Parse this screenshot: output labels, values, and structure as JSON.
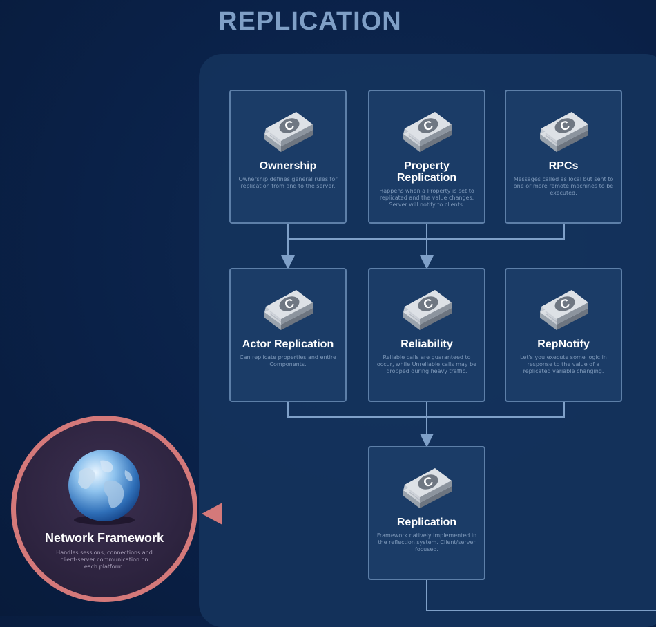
{
  "page_title": "REPLICATION",
  "cards": [
    {
      "title": "Ownership",
      "desc": "Ownership defines general rules for replication from and to the server."
    },
    {
      "title": "Property Replication",
      "desc": "Happens when a Property is set to replicated and the value changes. Server will notify to clients."
    },
    {
      "title": "RPCs",
      "desc": "Messages called as local but sent to one or more remote machines to be executed."
    },
    {
      "title": "Actor Replication",
      "desc": "Can replicate properties and entire Components."
    },
    {
      "title": "Reliability",
      "desc": "Reliable calls are guaranteed to occur, while Unreliable calls may be dropped during heavy traffic."
    },
    {
      "title": "RepNotify",
      "desc": "Let's you execute some logic in response to the value of a replicated variable changing."
    },
    {
      "title": "Replication",
      "desc": "Framework natively implemented in the reflection system. Client/server focused."
    }
  ],
  "network": {
    "title": "Network Framework",
    "desc": "Handles sessions, connections and client-server communication on each platform.",
    "accent": "#d4797a"
  },
  "colors": {
    "connector": "#7fa0c8",
    "card_border": "#5d7fa8",
    "title": "#7f9fc6"
  },
  "icon_name": "class-book-icon",
  "globe_icon": "globe-icon"
}
